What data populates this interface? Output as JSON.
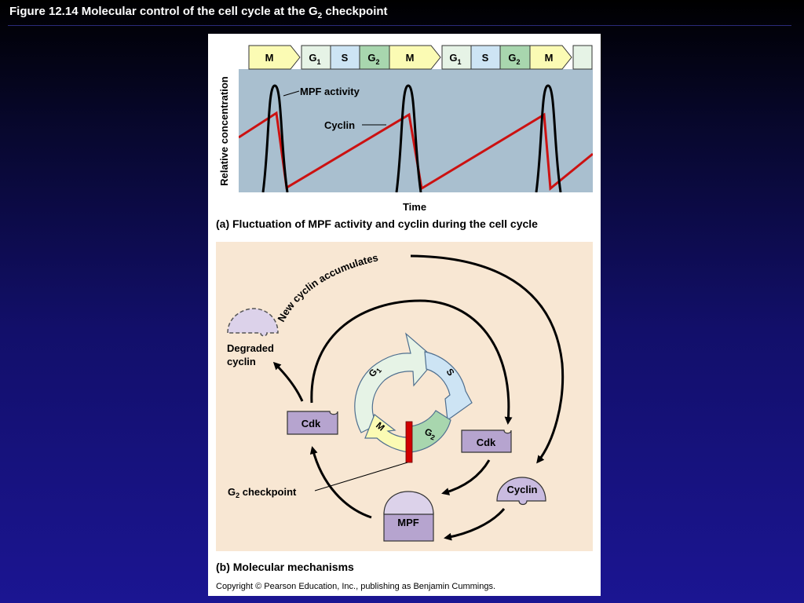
{
  "slide": {
    "title_prefix": "Figure 12.14  Molecular control of the cell cycle at the G",
    "title_sub": "2",
    "title_suffix": " checkpoint"
  },
  "panel_a": {
    "phases": [
      "M",
      "G",
      "S",
      "G",
      "M",
      "G",
      "S",
      "G",
      "M"
    ],
    "phase_subscripts": [
      "",
      "1",
      "",
      "2",
      "",
      "1",
      "",
      "2",
      ""
    ],
    "y_label": "Relative concentration",
    "x_label": "Time",
    "mpf_label": "MPF activity",
    "cyclin_label": "Cyclin",
    "caption": "(a) Fluctuation of MPF activity and cyclin during the cell cycle",
    "colors": {
      "mpf_curve": "#000000",
      "cyclin_curve": "#cc1111",
      "plot_bg": "#a9bfcf"
    }
  },
  "panel_b": {
    "new_cyclin_label": "New cyclin accumulates",
    "degraded_line1": "Degraded",
    "degraded_line2": "cyclin",
    "cdk_left": "Cdk",
    "cdk_right": "Cdk",
    "cyclin": "Cyclin",
    "mpf": "MPF",
    "checkpoint_prefix": "G",
    "checkpoint_sub": "2",
    "checkpoint_suffix": " checkpoint",
    "cycle_g1": "G",
    "cycle_g1_sub": "1",
    "cycle_s": "S",
    "cycle_g2": "G",
    "cycle_g2_sub": "2",
    "cycle_m": "M",
    "caption": "(b) Molecular mechanisms",
    "colors": {
      "background": "#f8e7d3",
      "protein_fill": "#b6a4cf",
      "checkpoint_bar": "#d10000"
    }
  },
  "copyright": "Copyright © Pearson Education, Inc., publishing as Benjamin Cummings."
}
